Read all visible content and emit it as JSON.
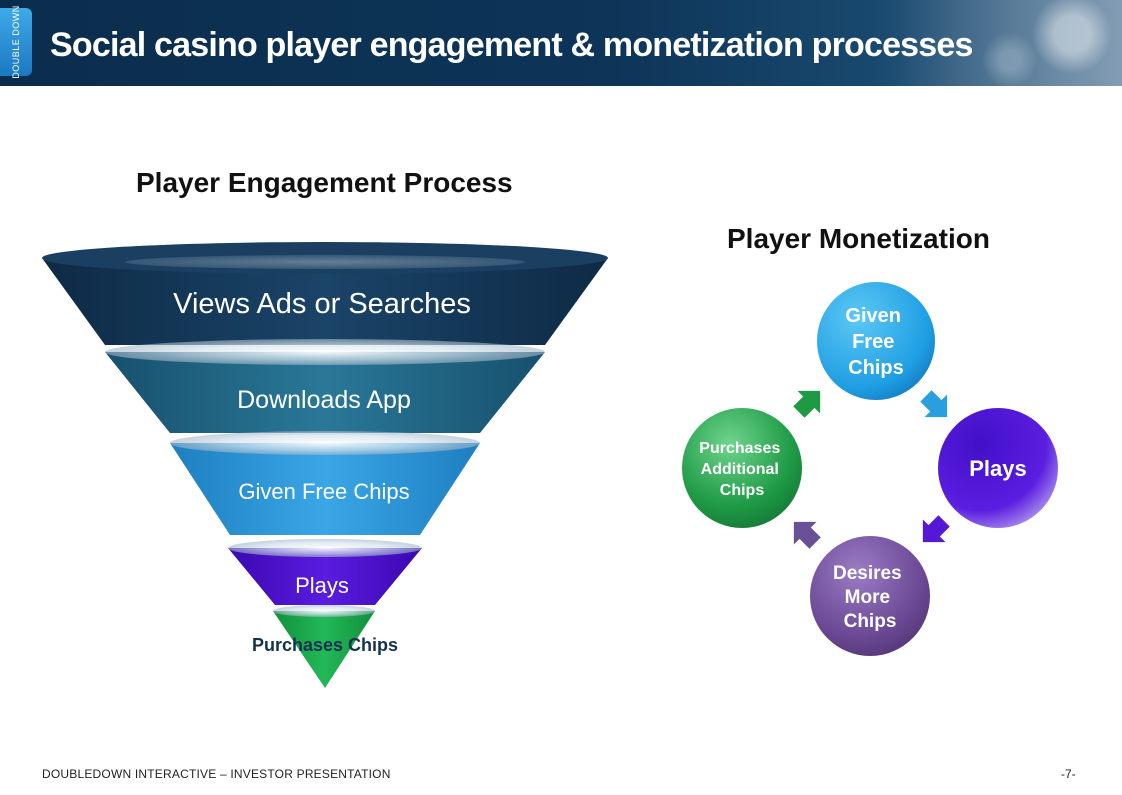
{
  "header": {
    "logo_text": "DOUBLE DOWN",
    "title": "Social casino player engagement & monetization processes"
  },
  "engagement": {
    "title": "Player Engagement Process",
    "stages": [
      {
        "label": "Views Ads or Searches",
        "color": "#163a5a"
      },
      {
        "label": "Downloads App",
        "color": "#226a8a"
      },
      {
        "label": "Given Free Chips",
        "color": "#2e97d8"
      },
      {
        "label": "Plays",
        "color": "#4d0fd6"
      },
      {
        "label": "Purchases Chips",
        "color": "#1aa64d"
      }
    ]
  },
  "monetization": {
    "title": "Player Monetization",
    "nodes": [
      {
        "label": "Given Free Chips",
        "lines": [
          "Given",
          "Free",
          "Chips"
        ],
        "color": "#22a3e6"
      },
      {
        "label": "Plays",
        "lines": [
          "Plays"
        ],
        "color": "#4a12d4"
      },
      {
        "label": "Desires More Chips",
        "lines": [
          "Desires",
          "More",
          "Chips"
        ],
        "color": "#6c4a96"
      },
      {
        "label": "Purchases Additional Chips",
        "lines": [
          "Purchases",
          "Additional",
          "Chips"
        ],
        "color": "#1e9a45"
      }
    ]
  },
  "footer": {
    "text": "DOUBLEDOWN INTERACTIVE – INVESTOR PRESENTATION",
    "page": "-7-"
  }
}
